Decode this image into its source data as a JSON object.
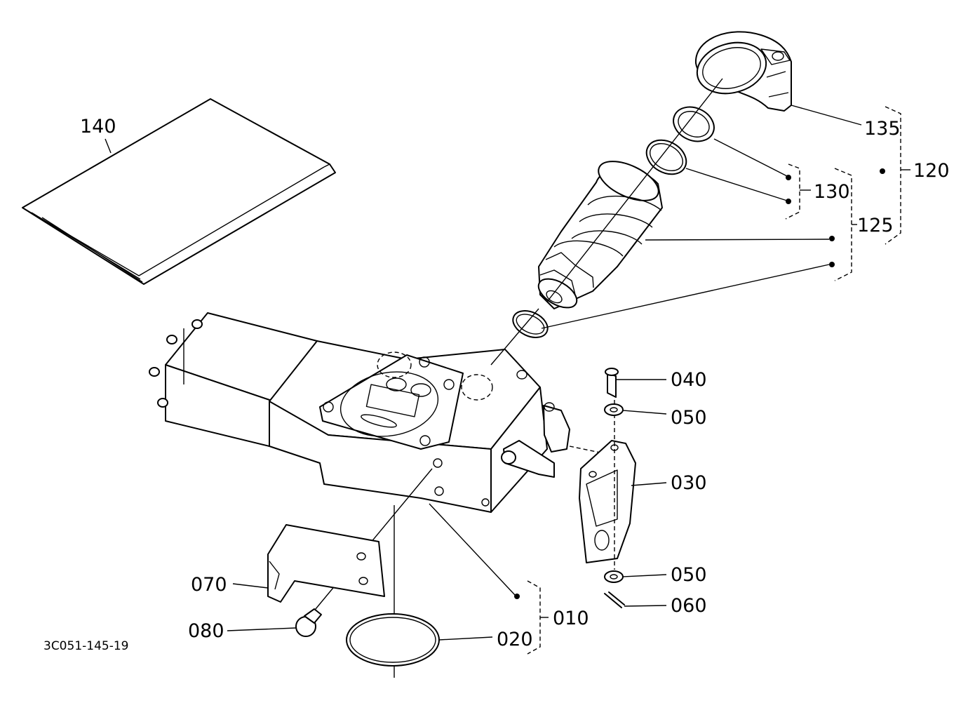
{
  "labels": {
    "p140": "140",
    "p135": "135",
    "p120": "120",
    "p130": "130",
    "p125": "125",
    "p040": "040",
    "p050a": "050",
    "p030": "030",
    "p050b": "050",
    "p060": "060",
    "p070": "070",
    "p080": "080",
    "p010": "010",
    "p020": "020"
  },
  "drawing_number": "3C051-145-19"
}
